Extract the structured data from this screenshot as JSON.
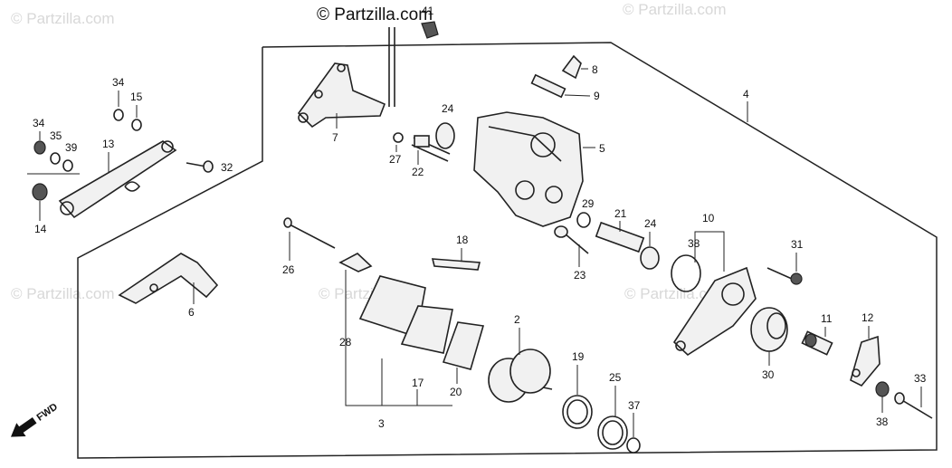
{
  "copyright": "© Partzilla.com",
  "watermark": "© Partzilla.com",
  "direction_label": "FWD",
  "callouts": {
    "c41": "41",
    "c8": "8",
    "c9": "9",
    "c4": "4",
    "c5": "5",
    "c7": "7",
    "c24a": "24",
    "c27": "27",
    "c22": "22",
    "c34a": "34",
    "c15": "15",
    "c34b": "34",
    "c35": "35",
    "c39": "39",
    "c13": "13",
    "c32": "32",
    "c14": "14",
    "c29": "29",
    "c21": "21",
    "c24b": "24",
    "c23": "23",
    "c10": "10",
    "c38a": "38",
    "c31": "31",
    "c18": "18",
    "c26": "26",
    "c6": "6",
    "c28": "28",
    "c2": "2",
    "c17": "17",
    "c20": "20",
    "c3": "3",
    "c19": "19",
    "c25": "25",
    "c37": "37",
    "c30": "30",
    "c11": "11",
    "c12": "12",
    "c33": "33",
    "c38b": "38"
  }
}
